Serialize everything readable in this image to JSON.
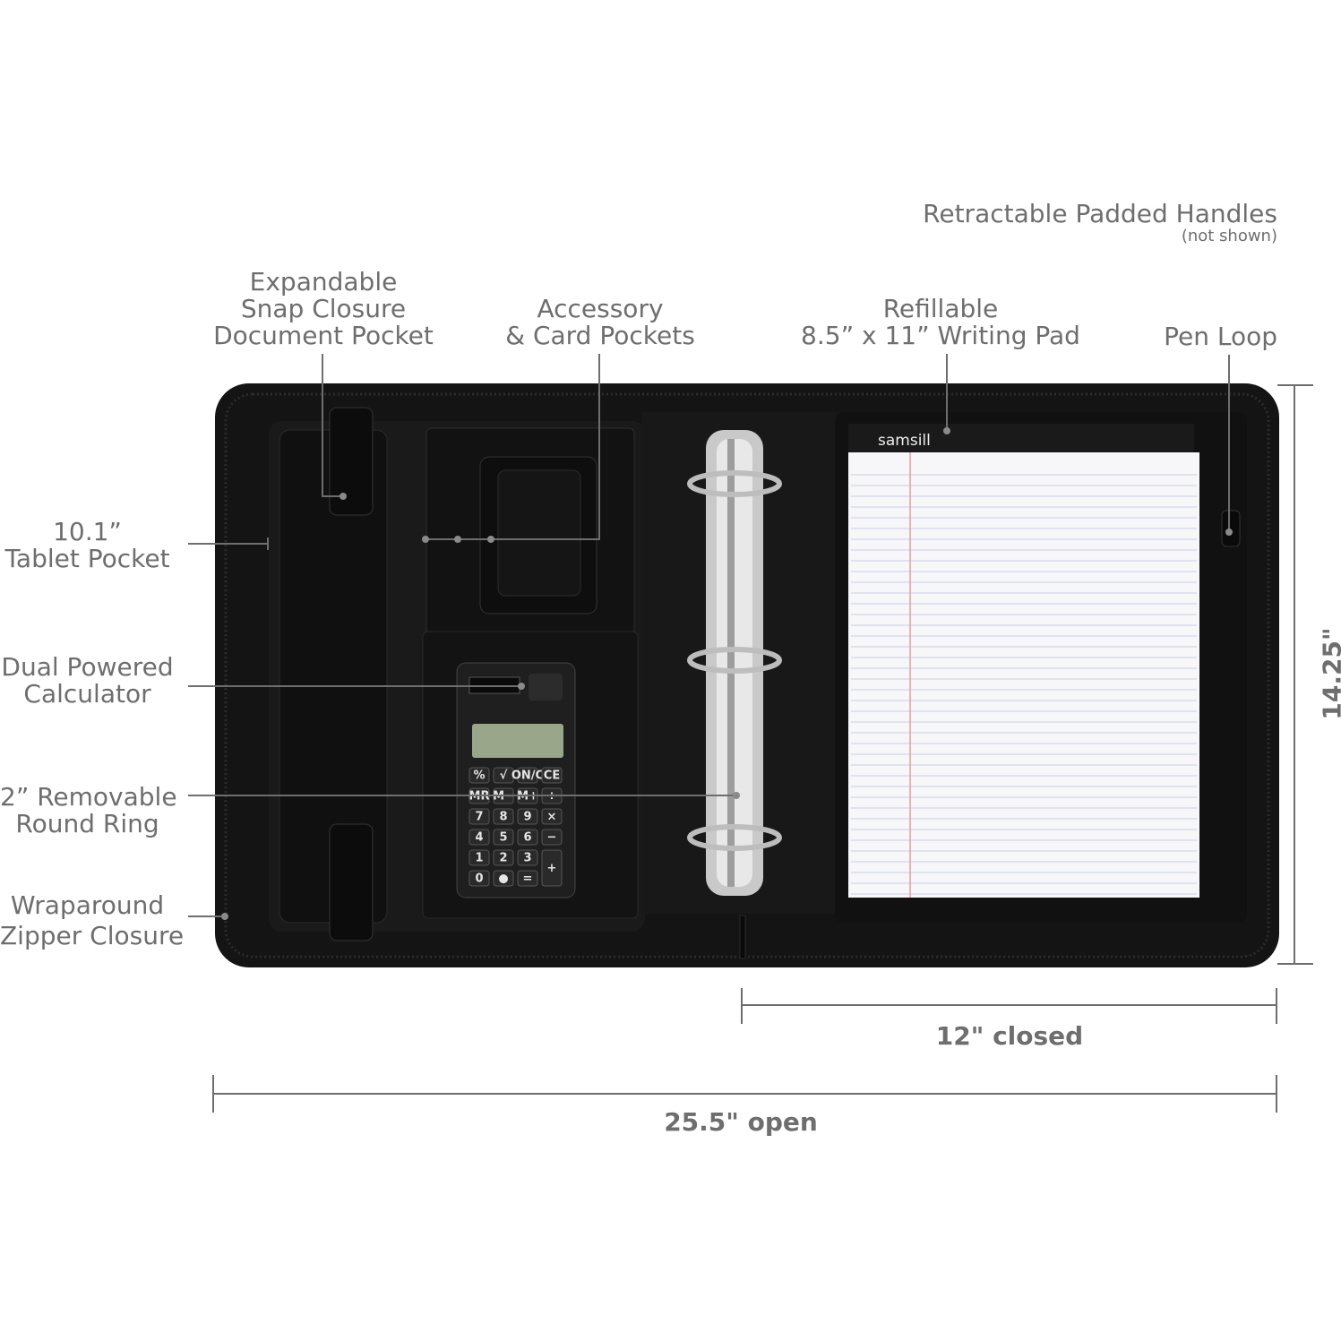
{
  "labels": {
    "handles": {
      "title": "Retractable Padded Handles",
      "note": "(not shown)"
    },
    "document_pocket": [
      "Expandable",
      "Snap Closure",
      "Document Pocket"
    ],
    "accessory_pockets": [
      "Accessory",
      "& Card Pockets"
    ],
    "writing_pad": [
      "Refillable",
      "8.5” x 11” Writing Pad"
    ],
    "pen_loop": "Pen Loop",
    "tablet_pocket": [
      "10.1”",
      "Tablet Pocket"
    ],
    "calculator": [
      "Dual Powered",
      "Calculator"
    ],
    "ring": [
      "2” Removable",
      "Round Ring"
    ],
    "zipper": [
      "Wraparound",
      "Zipper Closure"
    ]
  },
  "dimensions": {
    "height": "14.25\"",
    "closed_width": "12\" closed",
    "open_width": "25.5\" open"
  },
  "product": {
    "pad_brand": "samsill",
    "calculator_keys": [
      [
        "%",
        "√",
        "ON/C",
        "CE"
      ],
      [
        "MR",
        "M−",
        "M+",
        "÷"
      ],
      [
        "7",
        "8",
        "9",
        "×"
      ],
      [
        "4",
        "5",
        "6",
        "−"
      ],
      [
        "1",
        "2",
        "3",
        "+"
      ],
      [
        "0",
        "●",
        "="
      ]
    ]
  },
  "colors": {
    "label": "#6e6e6e",
    "case": "#141414",
    "pad": "#f7f7fa"
  }
}
